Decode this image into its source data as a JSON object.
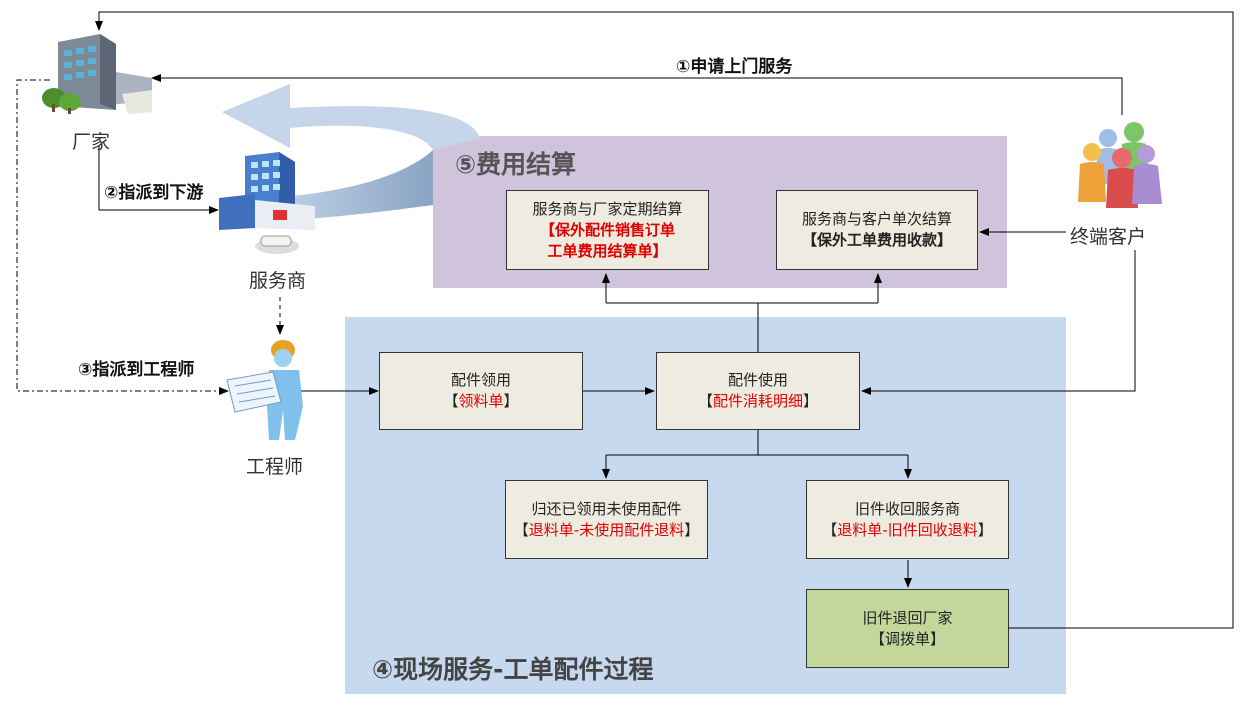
{
  "actors": {
    "factory": "厂家",
    "provider": "服务商",
    "engineer": "工程师",
    "customer": "终端客户"
  },
  "steps": {
    "s1": "①申请上门服务",
    "s2": "②指派到下游",
    "s3": "③指派到工程师"
  },
  "fee_panel": {
    "title": "⑤费用结算",
    "left_box": {
      "line1": "服务商与厂家定期结算",
      "line2": "【保外配件销售订单",
      "line3": "工单费用结算单】"
    },
    "right_box": {
      "line1": "服务商与客户单次结算",
      "line2": "【保外工单费用收款】"
    }
  },
  "onsite_panel": {
    "title": "④现场服务-工单配件过程",
    "pick": {
      "line1": "配件领用",
      "bracket_open": "【",
      "doc": "领料单",
      "bracket_close": "】"
    },
    "use": {
      "line1": "配件使用",
      "bracket_open": "【",
      "doc": "配件消耗明细",
      "bracket_close": "】"
    },
    "return_unused": {
      "line1": "归还已领用未使用配件",
      "bracket_open": "【",
      "doc": "退料单-未使用配件退料",
      "bracket_close": "】"
    },
    "return_old": {
      "line1": "旧件收回服务商",
      "bracket_open": "【",
      "doc": "退料单-旧件回收退料",
      "bracket_close": "】"
    },
    "return_factory": {
      "line1": "旧件退回厂家",
      "line2": "【调拨单】"
    }
  },
  "colors": {
    "fee_panel": "#cfc4dc",
    "onsite_panel": "#c6d9ef",
    "box": "#eeece1",
    "green_box": "#c4d79b",
    "highlight_text": "#e00000",
    "big_arrow": "#c5d6ea"
  }
}
